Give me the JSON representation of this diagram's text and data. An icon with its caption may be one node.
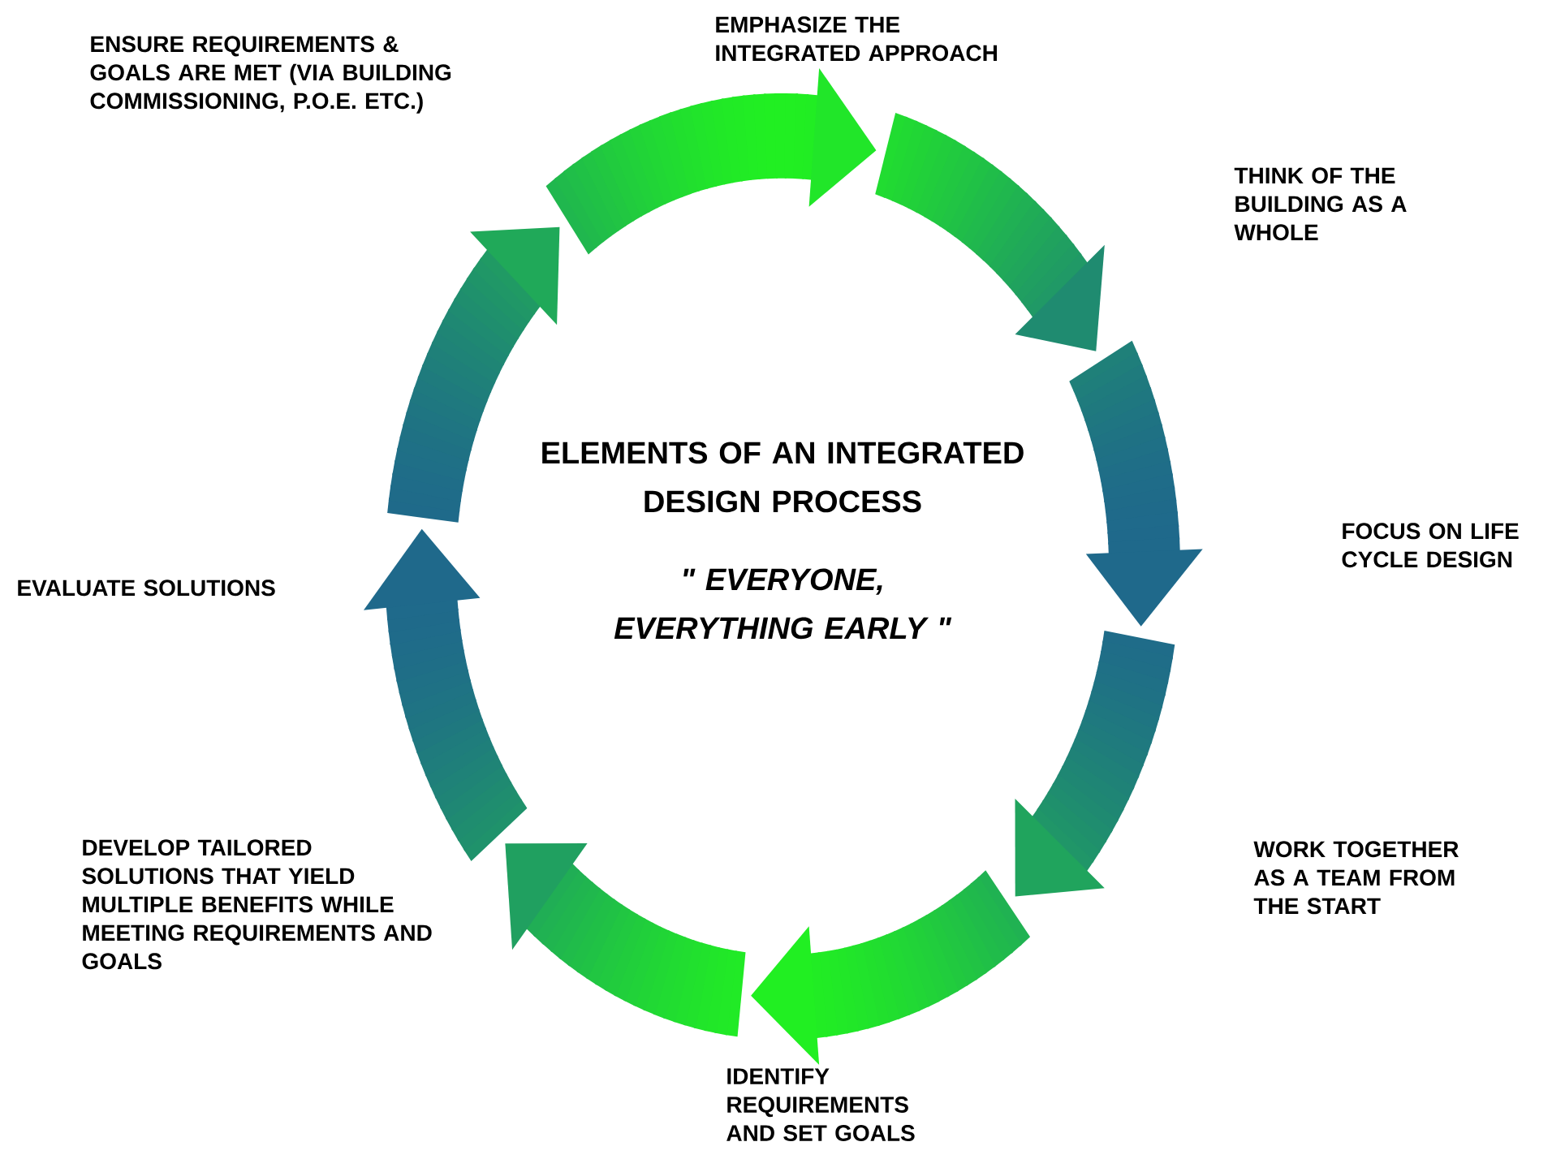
{
  "diagram": {
    "title": "ELEMENTS OF AN INTEGRATED DESIGN PROCESS",
    "nodes": [
      {
        "text": [
          "ENSURE REQUIREMENTS & GOALS ARE MET (VIA BUILDING COMMISSIONING, P.O.E. ETC.)"
        ]
      },
      {
        "text": [
          "EMPHASIZE THE INTEGRATED APPROACH"
        ]
      },
      {
        "text": [
          "THINK OF THE BUILDING AS A WHOLE"
        ]
      },
      {
        "text": [
          "FOCUS ON LIFE CYCLE DESIGN"
        ]
      },
      {
        "text": [
          "EVALUATE SOLUTIONS"
        ]
      },
      {
        "text": [
          "DEVELOP TAILORED SOLUTIONS THAT YIELD MULTIPLE BENEFITS WHILE MEETING REQUIREMENTS AND GOALS"
        ]
      },
      {
        "text": [
          "WORK TOGETHER AS A TEAM FROM THE START"
        ]
      },
      {
        "text": [
          "IDENTIFY REQUIREMENTS AND SET GOALS"
        ]
      }
    ],
    "labels": [
      "\" EVERYONE, EVERYTHING EARLY \""
    ]
  }
}
